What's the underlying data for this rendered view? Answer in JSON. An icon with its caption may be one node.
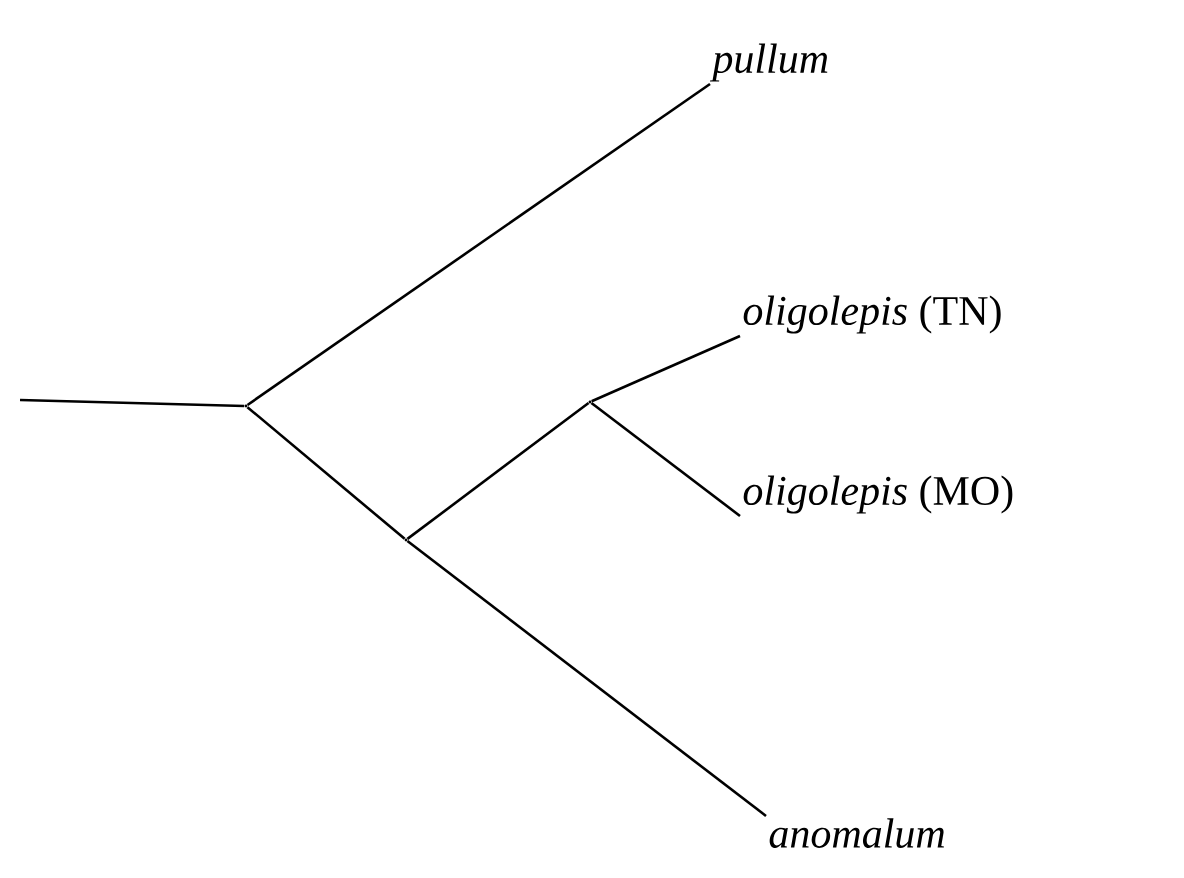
{
  "diagram": {
    "nodes": [
      {
        "text": [
          "pullum"
        ]
      },
      {
        "text": [
          "*oligolepis* (TN)"
        ]
      },
      {
        "text": [
          "*oligolepis* (MO)"
        ]
      },
      {
        "text": [
          "anomalum"
        ]
      },
      {
        "text": [],
        "shape": "point"
      },
      {
        "text": [],
        "shape": "point"
      },
      {
        "text": [],
        "shape": "point"
      }
    ],
    "edges": [
      {
        "from": null,
        "to": 4,
        "arrow": "none"
      },
      {
        "from": 4,
        "to": 0,
        "arrow": "none"
      },
      {
        "from": 4,
        "to": 5,
        "arrow": "none"
      },
      {
        "from": 5,
        "to": 3,
        "arrow": "none"
      },
      {
        "from": 5,
        "to": 6,
        "arrow": "none"
      },
      {
        "from": 6,
        "to": 1,
        "arrow": "none"
      },
      {
        "from": 6,
        "to": 2,
        "arrow": "none"
      }
    ]
  }
}
